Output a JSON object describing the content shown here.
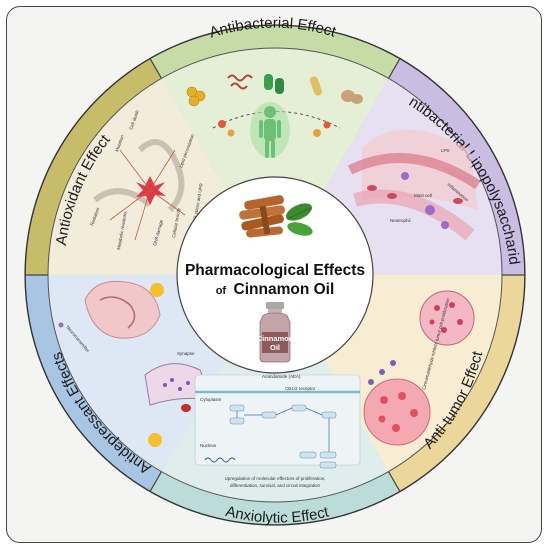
{
  "title_line1": "Pharmacological Effects",
  "title_line2_prefix": "of",
  "title_line2_main": "Cinnamon Oil",
  "bottle_label_line1": "Cinnamon",
  "bottle_label_line2": "Oil",
  "sections": [
    {
      "label": "Antibacterial Effect",
      "outer_color": "#c6dca6",
      "inner_color": "#e4efd6"
    },
    {
      "label": "Antibacterial Lipopolysaccharide",
      "outer_color": "#c9bee2",
      "inner_color": "#e7e0f1"
    },
    {
      "label": "Anti-tumor Effect",
      "outer_color": "#ecd79a",
      "inner_color": "#f6edd2"
    },
    {
      "label": "Anxiolytic Effect",
      "outer_color": "#bcdcd9",
      "inner_color": "#dfeeed"
    },
    {
      "label": "Antidepressant Effects",
      "outer_color": "#a9c5e4",
      "inner_color": "#dde8f4"
    },
    {
      "label": "Antioxidant Effect",
      "outer_color": "#c7bd68",
      "inner_color": "#f2ecdb"
    }
  ],
  "antioxidant_labels": {
    "radiation": "Radiation",
    "mutation": "Mutation",
    "cell_death": "Cell death",
    "er_stress": "ER stress and UPR",
    "metabolic": "Metabolic reactions",
    "dna": "DNA damage",
    "lipid": "Lipid peroxidation",
    "cellular": "Cellular toxicity"
  },
  "lps_labels": {
    "lps": "LPS",
    "mast": "Mast cell",
    "inflammation": "Inflammation",
    "neutrophil": "Neutrophil"
  },
  "antidepressant_labels": {
    "neuro": "Neurotransmitter",
    "synapse": "Synapse"
  },
  "tumor_labels": {
    "note": "Cinnamaldehyde inhibits tumor cell proliferation"
  },
  "anxiolytic_labels": {
    "ligand": "Anandamide (AEA)",
    "receptor": "CB1/2 receptor",
    "cytoplasm": "Cytoplasm",
    "nucleus": "Nucleus",
    "caption_line1": "Upregulation of molecular effectors of proliferation,",
    "caption_line2": "differentiation, survival, and circuit integration"
  },
  "colors": {
    "ring_outline": "#333333",
    "center_fill": "#ffffff",
    "cinnamon": "#b5652b",
    "leaf": "#3c8a2e",
    "bottle": "#b89aa0",
    "bottle_label": "#8e5a5c"
  }
}
